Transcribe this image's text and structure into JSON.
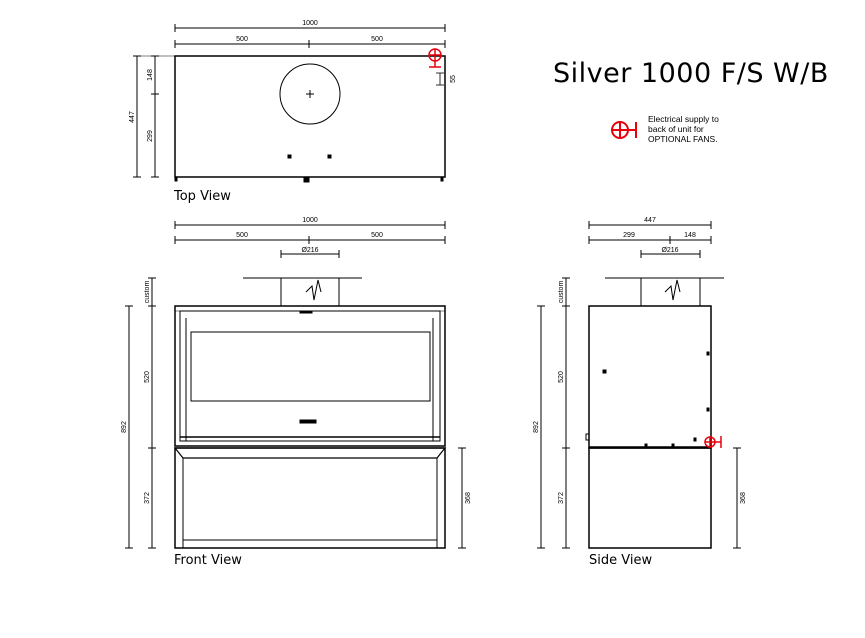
{
  "title": "Silver 1000 F/S W/B",
  "views": {
    "top": "Top View",
    "front": "Front View",
    "side": "Side View"
  },
  "legend": {
    "lines": [
      "Electrical supply to",
      "back of unit for",
      "OPTIONAL FANS."
    ],
    "symbol_color": "#e8000b"
  },
  "dimensions": {
    "width": "1000",
    "half": "500",
    "depth": "447",
    "depth_front": "299",
    "depth_back": "148",
    "side_flue_offset": "148",
    "flue": "Ø216",
    "top_offset": "55",
    "custom": "custom",
    "total_height": "892",
    "firebox_height": "520",
    "base_height": "372",
    "plinth_height": "368"
  }
}
